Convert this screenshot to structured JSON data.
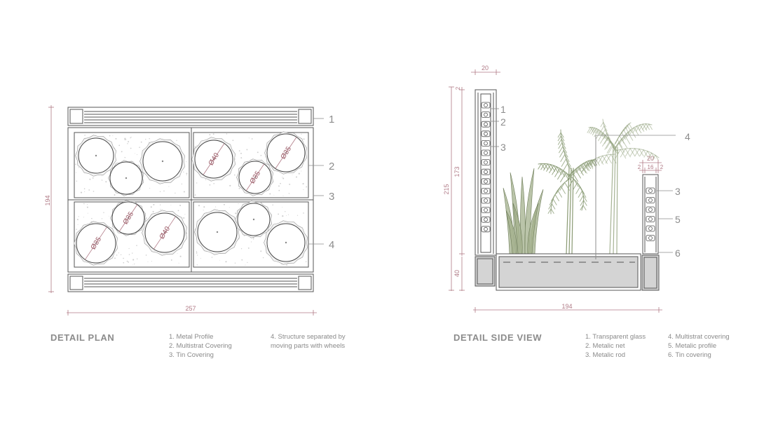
{
  "colors": {
    "line": "#555555",
    "dim": "#b07a86",
    "callout": "#8c8c8c",
    "plant_green": "#8fa07a",
    "gray_fill": "#d4d4d4"
  },
  "plan": {
    "title": "DETAIL PLAN",
    "dim_width": "257",
    "dim_height": "194",
    "callouts": [
      "1",
      "2",
      "3",
      "4"
    ],
    "diameters": [
      "Ø35",
      "Ø40",
      "Ø35",
      "Ø35",
      "Ø40",
      "Ø35"
    ],
    "legend_col1": [
      "1. Metal Profile",
      "2. Multistrat Covering",
      "3. Tin Covering"
    ],
    "legend_col2": [
      "4. Structure separated by",
      "moving parts with wheels"
    ]
  },
  "side": {
    "title": "DETAIL SIDE VIEW",
    "dim_top_width": "20",
    "dim_total_height": "215",
    "dim_upper_height": "173",
    "dim_lower_height": "40",
    "dim_top_gap": "2",
    "dim_width": "194",
    "dim_right_width": "20",
    "dim_right_small_a": "2",
    "dim_right_mid": "16",
    "dim_right_small_b": "2",
    "callouts_left": [
      "1",
      "2",
      "3"
    ],
    "callouts_right": [
      "4",
      "3",
      "5",
      "6"
    ],
    "legend_col1": [
      "1. Transparent glass",
      "2. Metalic net",
      "3. Metalic rod"
    ],
    "legend_col2": [
      "4. Multistrat covering",
      "5. Metalic profile",
      "6. Tin covering"
    ]
  }
}
